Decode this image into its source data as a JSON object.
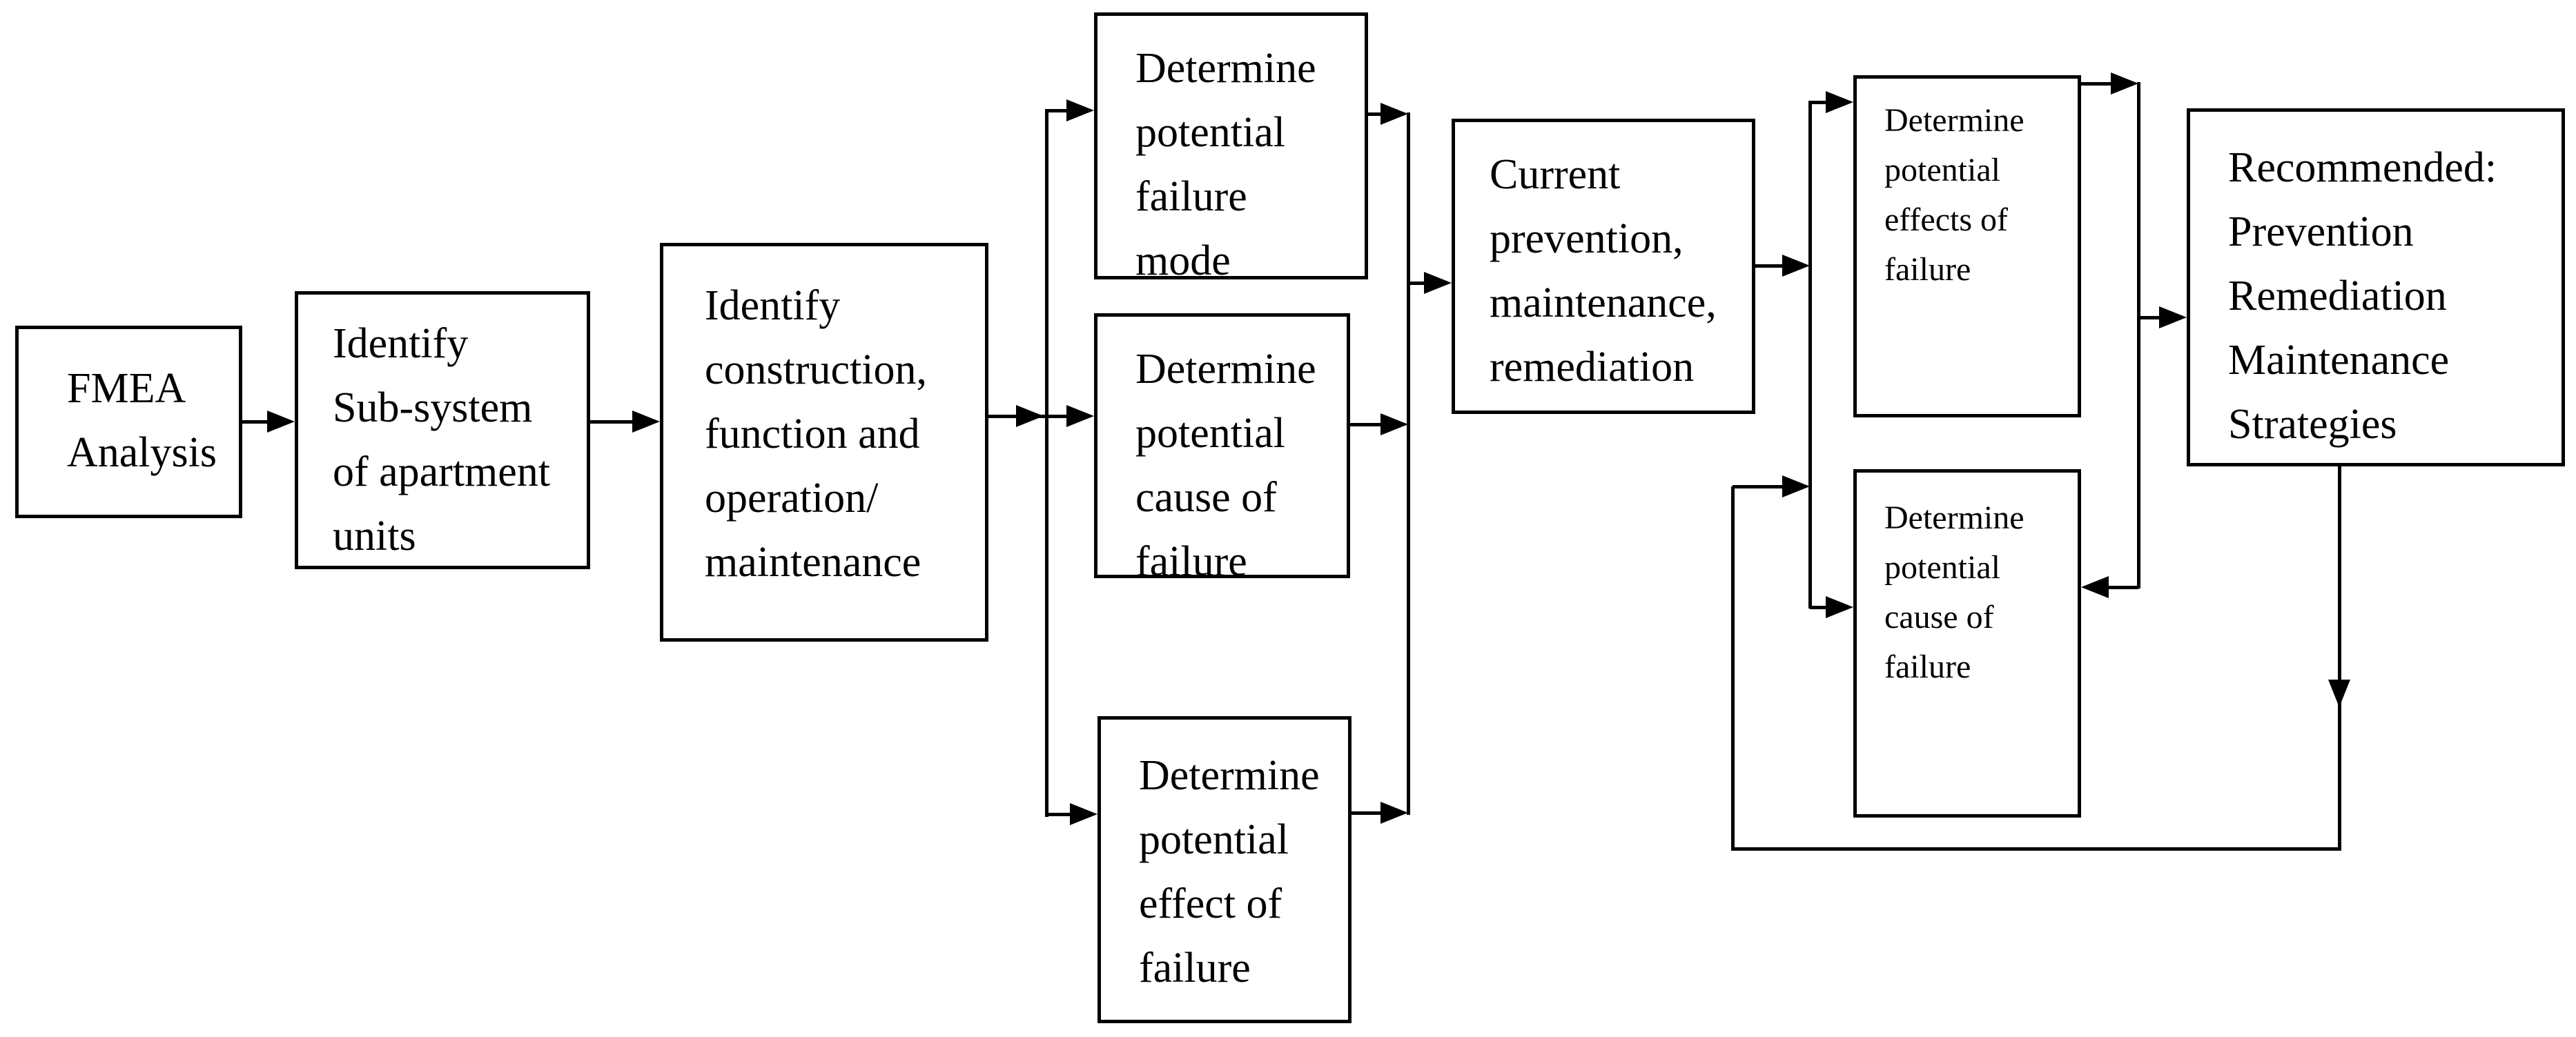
{
  "diagram": {
    "title": "FMEA Analysis process flowchart",
    "type": "flowchart",
    "colors": {
      "line": "#000000",
      "text": "#000000",
      "background": "#ffffff"
    },
    "nodes": {
      "fmea": {
        "label": "FMEA\nAnalysis"
      },
      "subsystem": {
        "label": "Identify\nSub-system\nof apartment\nunits"
      },
      "construction": {
        "label": "Identify\nconstruction,\nfunction and\noperation/\nmaintenance"
      },
      "failure_mode": {
        "label": "Determine\npotential\nfailure\nmode"
      },
      "cause1": {
        "label": "Determine\npotential\ncause of\nfailure"
      },
      "effect1": {
        "label": "Determine\npotential\neffect of\nfailure"
      },
      "current": {
        "label": "Current\nprevention,\nmaintenance,\nremediation"
      },
      "effects2": {
        "label": "Determine\npotential\neffects of\nfailure"
      },
      "cause2": {
        "label": "Determine\npotential\ncause of\nfailure"
      },
      "recommended": {
        "label": "Recommended:\nPrevention\nRemediation\nMaintenance\nStrategies"
      }
    },
    "edges": [
      {
        "from": "fmea",
        "to": "subsystem"
      },
      {
        "from": "subsystem",
        "to": "construction"
      },
      {
        "from": "construction",
        "to": "failure_mode"
      },
      {
        "from": "construction",
        "to": "cause1"
      },
      {
        "from": "construction",
        "to": "effect1"
      },
      {
        "from": "failure_mode",
        "to": "current"
      },
      {
        "from": "cause1",
        "to": "current"
      },
      {
        "from": "effect1",
        "to": "current"
      },
      {
        "from": "current",
        "to": "effects2"
      },
      {
        "from": "current",
        "to": "cause2"
      },
      {
        "from": "effects2",
        "to": "recommended"
      },
      {
        "from": "effects2",
        "to": "cause2"
      },
      {
        "from": "recommended",
        "to": "cause2"
      }
    ]
  }
}
